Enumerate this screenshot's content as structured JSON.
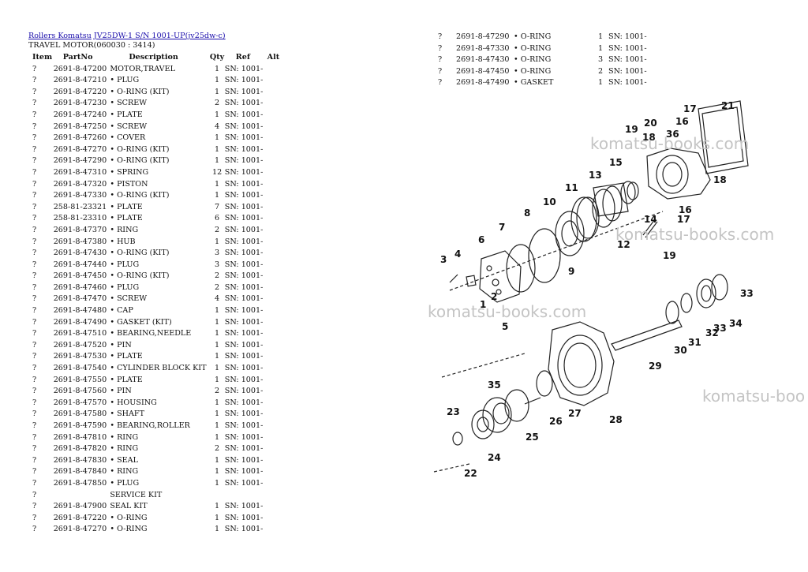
{
  "breadcrumb": {
    "link1": "Rollers Komatsu",
    "link2": "JV25DW-1 S/N 1001-UP(jv25dw-c)"
  },
  "subtitle": "TRAVEL MOTOR(060030 : 3414)",
  "columns": [
    "Item",
    "PartNo",
    "Description",
    "Qty",
    "Ref",
    "Alt"
  ],
  "left_rows": [
    [
      "?",
      "2691-8-47200",
      "MOTOR,TRAVEL",
      "1",
      "SN: 1001-"
    ],
    [
      "?",
      "2691-8-47210",
      "• PLUG",
      "1",
      "SN: 1001-"
    ],
    [
      "?",
      "2691-8-47220",
      "• O-RING (KIT)",
      "1",
      "SN: 1001-"
    ],
    [
      "?",
      "2691-8-47230",
      "• SCREW",
      "2",
      "SN: 1001-"
    ],
    [
      "?",
      "2691-8-47240",
      "• PLATE",
      "1",
      "SN: 1001-"
    ],
    [
      "?",
      "2691-8-47250",
      "• SCREW",
      "4",
      "SN: 1001-"
    ],
    [
      "?",
      "2691-8-47260",
      "• COVER",
      "1",
      "SN: 1001-"
    ],
    [
      "?",
      "2691-8-47270",
      "• O-RING (KIT)",
      "1",
      "SN: 1001-"
    ],
    [
      "?",
      "2691-8-47290",
      "• O-RING (KIT)",
      "1",
      "SN: 1001-"
    ],
    [
      "?",
      "2691-8-47310",
      "• SPRING",
      "12",
      "SN: 1001-"
    ],
    [
      "?",
      "2691-8-47320",
      "• PISTON",
      "1",
      "SN: 1001-"
    ],
    [
      "?",
      "2691-8-47330",
      "• O-RING (KIT)",
      "1",
      "SN: 1001-"
    ],
    [
      "?",
      "258-81-23321",
      "• PLATE",
      "7",
      "SN: 1001-"
    ],
    [
      "?",
      "258-81-23310",
      "• PLATE",
      "6",
      "SN: 1001-"
    ],
    [
      "?",
      "2691-8-47370",
      "• RING",
      "2",
      "SN: 1001-"
    ],
    [
      "?",
      "2691-8-47380",
      "• HUB",
      "1",
      "SN: 1001-"
    ],
    [
      "?",
      "2691-8-47430",
      "• O-RING (KIT)",
      "3",
      "SN: 1001-"
    ],
    [
      "?",
      "2691-8-47440",
      "• PLUG",
      "3",
      "SN: 1001-"
    ],
    [
      "?",
      "2691-8-47450",
      "• O-RING (KIT)",
      "2",
      "SN: 1001-"
    ],
    [
      "?",
      "2691-8-47460",
      "• PLUG",
      "2",
      "SN: 1001-"
    ],
    [
      "?",
      "2691-8-47470",
      "• SCREW",
      "4",
      "SN: 1001-"
    ],
    [
      "?",
      "2691-8-47480",
      "• CAP",
      "1",
      "SN: 1001-"
    ],
    [
      "?",
      "2691-8-47490",
      "• GASKET (KIT)",
      "1",
      "SN: 1001-"
    ],
    [
      "?",
      "2691-8-47510",
      "• BEARING,NEEDLE",
      "1",
      "SN: 1001-"
    ],
    [
      "?",
      "2691-8-47520",
      "• PIN",
      "1",
      "SN: 1001-"
    ],
    [
      "?",
      "2691-8-47530",
      "• PLATE",
      "1",
      "SN: 1001-"
    ],
    [
      "?",
      "2691-8-47540",
      "• CYLINDER BLOCK KIT",
      "1",
      "SN: 1001-"
    ],
    [
      "?",
      "2691-8-47550",
      "• PLATE",
      "1",
      "SN: 1001-"
    ],
    [
      "?",
      "2691-8-47560",
      "• PIN",
      "2",
      "SN: 1001-"
    ],
    [
      "?",
      "2691-8-47570",
      "• HOUSING",
      "1",
      "SN: 1001-"
    ],
    [
      "?",
      "2691-8-47580",
      "• SHAFT",
      "1",
      "SN: 1001-"
    ],
    [
      "?",
      "2691-8-47590",
      "• BEARING,ROLLER",
      "1",
      "SN: 1001-"
    ],
    [
      "?",
      "2691-8-47810",
      "• RING",
      "1",
      "SN: 1001-"
    ],
    [
      "?",
      "2691-8-47820",
      "• RING",
      "2",
      "SN: 1001-"
    ],
    [
      "?",
      "2691-8-47830",
      "• SEAL",
      "1",
      "SN: 1001-"
    ],
    [
      "?",
      "2691-8-47840",
      "• RING",
      "1",
      "SN: 1001-"
    ],
    [
      "?",
      "2691-8-47850",
      "• PLUG",
      "1",
      "SN: 1001-"
    ],
    [
      "?",
      "",
      "SERVICE KIT",
      "",
      ""
    ],
    [
      "?",
      "2691-8-47900",
      "SEAL KIT",
      "1",
      "SN: 1001-"
    ],
    [
      "?",
      "2691-8-47220",
      "• O-RING",
      "1",
      "SN: 1001-"
    ],
    [
      "?",
      "2691-8-47270",
      "• O-RING",
      "1",
      "SN: 1001-"
    ]
  ],
  "right_rows": [
    [
      "?",
      "2691-8-47290",
      "• O-RING",
      "1",
      "SN: 1001-"
    ],
    [
      "?",
      "2691-8-47330",
      "• O-RING",
      "1",
      "SN: 1001-"
    ],
    [
      "?",
      "2691-8-47430",
      "• O-RING",
      "3",
      "SN: 1001-"
    ],
    [
      "?",
      "2691-8-47450",
      "• O-RING",
      "2",
      "SN: 1001-"
    ],
    [
      "?",
      "2691-8-47490",
      "• GASKET",
      "1",
      "SN: 1001-"
    ]
  ],
  "watermark": "komatsu-books.com",
  "watermark_cut": "komatsu-boo",
  "diagram_labels": [
    "1",
    "2",
    "3",
    "4",
    "5",
    "6",
    "7",
    "8",
    "9",
    "10",
    "11",
    "12",
    "13",
    "14",
    "15",
    "16",
    "16",
    "17",
    "17",
    "18",
    "18",
    "19",
    "19",
    "20",
    "21",
    "22",
    "23",
    "24",
    "25",
    "26",
    "27",
    "28",
    "29",
    "30",
    "31",
    "32",
    "33",
    "33",
    "34",
    "35",
    "36"
  ]
}
